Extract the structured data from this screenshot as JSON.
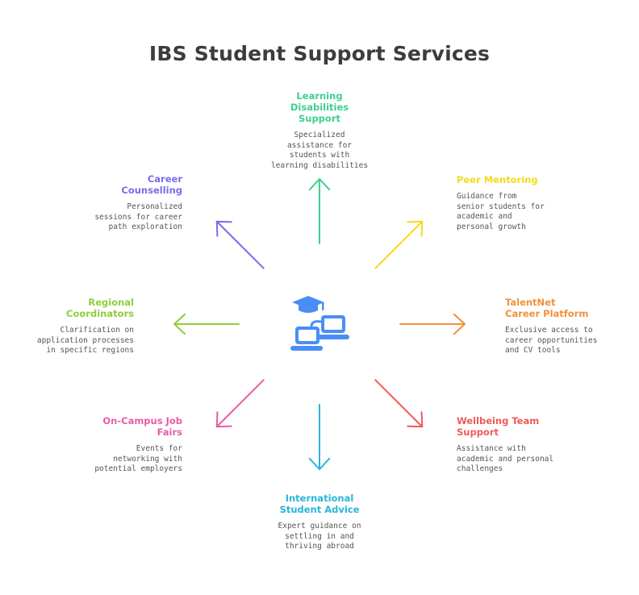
{
  "title": "IBS Student Support Services",
  "hub": {
    "icon": "graduation-cap-laptops-icon",
    "color": "#4a8df7"
  },
  "services": [
    {
      "key": "learning",
      "label_lines": [
        "Learning",
        "Disabilities",
        "Support"
      ],
      "desc_lines": [
        "Specialized",
        "assistance for",
        "students with",
        "learning disabilities"
      ],
      "color": "#3ecf8e",
      "arrow_direction": "up"
    },
    {
      "key": "peer",
      "label_lines": [
        "Peer Mentoring"
      ],
      "desc_lines": [
        "Guidance from",
        "senior students for",
        "academic and",
        "personal growth"
      ],
      "color": "#f2dc1b",
      "arrow_direction": "up-right"
    },
    {
      "key": "talentnet",
      "label_lines": [
        "TalentNet",
        "Career Platform"
      ],
      "desc_lines": [
        "Exclusive access to",
        "career opportunities",
        "and CV tools"
      ],
      "color": "#f1913a",
      "arrow_direction": "right"
    },
    {
      "key": "wellbeing",
      "label_lines": [
        "Wellbeing Team",
        "Support"
      ],
      "desc_lines": [
        "Assistance with",
        "academic and personal",
        "challenges"
      ],
      "color": "#ef5b5b",
      "arrow_direction": "down-right"
    },
    {
      "key": "international",
      "label_lines": [
        "International",
        "Student Advice"
      ],
      "desc_lines": [
        "Expert guidance on",
        "settling in and",
        "thriving abroad"
      ],
      "color": "#27b6d9",
      "arrow_direction": "down"
    },
    {
      "key": "jobfairs",
      "label_lines": [
        "On-Campus Job",
        "Fairs"
      ],
      "desc_lines": [
        "Events for",
        "networking with",
        "potential employers"
      ],
      "color": "#e85ca6",
      "arrow_direction": "down-left"
    },
    {
      "key": "regional",
      "label_lines": [
        "Regional",
        "Coordinators"
      ],
      "desc_lines": [
        "Clarification on",
        "application processes",
        "in specific regions"
      ],
      "color": "#8fce3a",
      "arrow_direction": "left"
    },
    {
      "key": "career",
      "label_lines": [
        "Career",
        "Counselling"
      ],
      "desc_lines": [
        "Personalized",
        "sessions for career",
        "path exploration"
      ],
      "color": "#7a6bea",
      "arrow_direction": "up-left"
    }
  ]
}
